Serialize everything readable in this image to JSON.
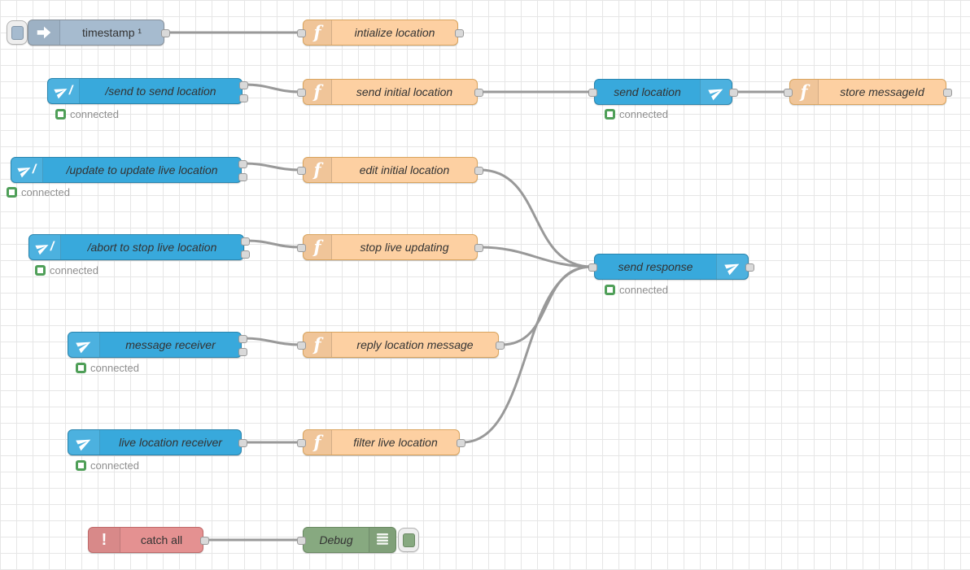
{
  "editor": {
    "name": "flow editor workspace"
  },
  "colors": {
    "inject_node": "#a6bbcf",
    "function_node": "#fdd0a2",
    "telegram_node": "#38a9dc",
    "catch_node": "#e49191",
    "debug_node": "#87a980",
    "status_connected_green": "#4f9f58",
    "wire": "#999999",
    "grid_line": "#e6e6e6",
    "node_label_text": "#333333",
    "status_text": "#8f8f8f"
  },
  "nodes": {
    "timestamp": {
      "label": "timestamp ¹"
    },
    "initialize_location": {
      "label": "intialize location"
    },
    "send_command": {
      "label": "/send to send location",
      "status": "connected"
    },
    "send_initial_location": {
      "label": "send initial location"
    },
    "send_location": {
      "label": "send location",
      "status": "connected"
    },
    "store_message_id": {
      "label": "store messageId"
    },
    "update_command": {
      "label": "/update to update live location",
      "status": "connected"
    },
    "edit_initial_location": {
      "label": "edit initial location"
    },
    "abort_command": {
      "label": "/abort to stop live location",
      "status": "connected"
    },
    "stop_live_updating": {
      "label": "stop live updating"
    },
    "send_response": {
      "label": "send response",
      "status": "connected"
    },
    "message_receiver": {
      "label": "message receiver",
      "status": "connected"
    },
    "reply_location_message": {
      "label": "reply location message"
    },
    "live_location_receiver": {
      "label": "live location receiver",
      "status": "connected"
    },
    "filter_live_location": {
      "label": "filter live location"
    },
    "catch_all": {
      "label": "catch all"
    },
    "debug": {
      "label": "Debug"
    }
  }
}
